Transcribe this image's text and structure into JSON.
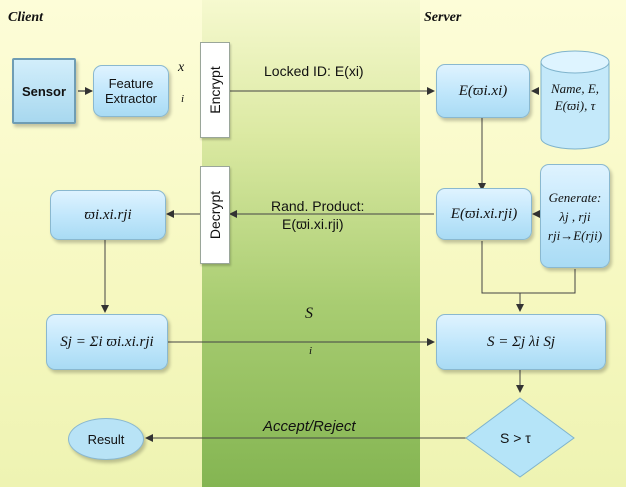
{
  "client": {
    "header": "Client",
    "sensor": "Sensor",
    "feature_extractor": [
      "Feature",
      "Extractor"
    ],
    "x": "x",
    "x_sub": "i",
    "encrypt": "Encrypt",
    "decrypt": "Decrypt",
    "product_box": "ϖi.xi.rji",
    "sum_box": "Sj = Σi ϖi.xi.rji",
    "result": "Result"
  },
  "server": {
    "header": "Server",
    "enc_box": "E(ϖi.xi)",
    "db": "Name, E, E(ϖi), τ",
    "enc_rand_box": "E(ϖi.xi.rji)",
    "generate": [
      "Generate:",
      "λj , rji",
      "rji→E(rji)"
    ],
    "sum_box": "S = Σj λi Sj",
    "decision": "S > τ"
  },
  "messages": {
    "locked_id": "Locked ID: E(xi)",
    "rand_product": [
      "Rand. Product:",
      "E(ϖi.xi.rji)"
    ],
    "s": "S",
    "s_sub": "i",
    "accept_reject": "Accept/Reject"
  }
}
